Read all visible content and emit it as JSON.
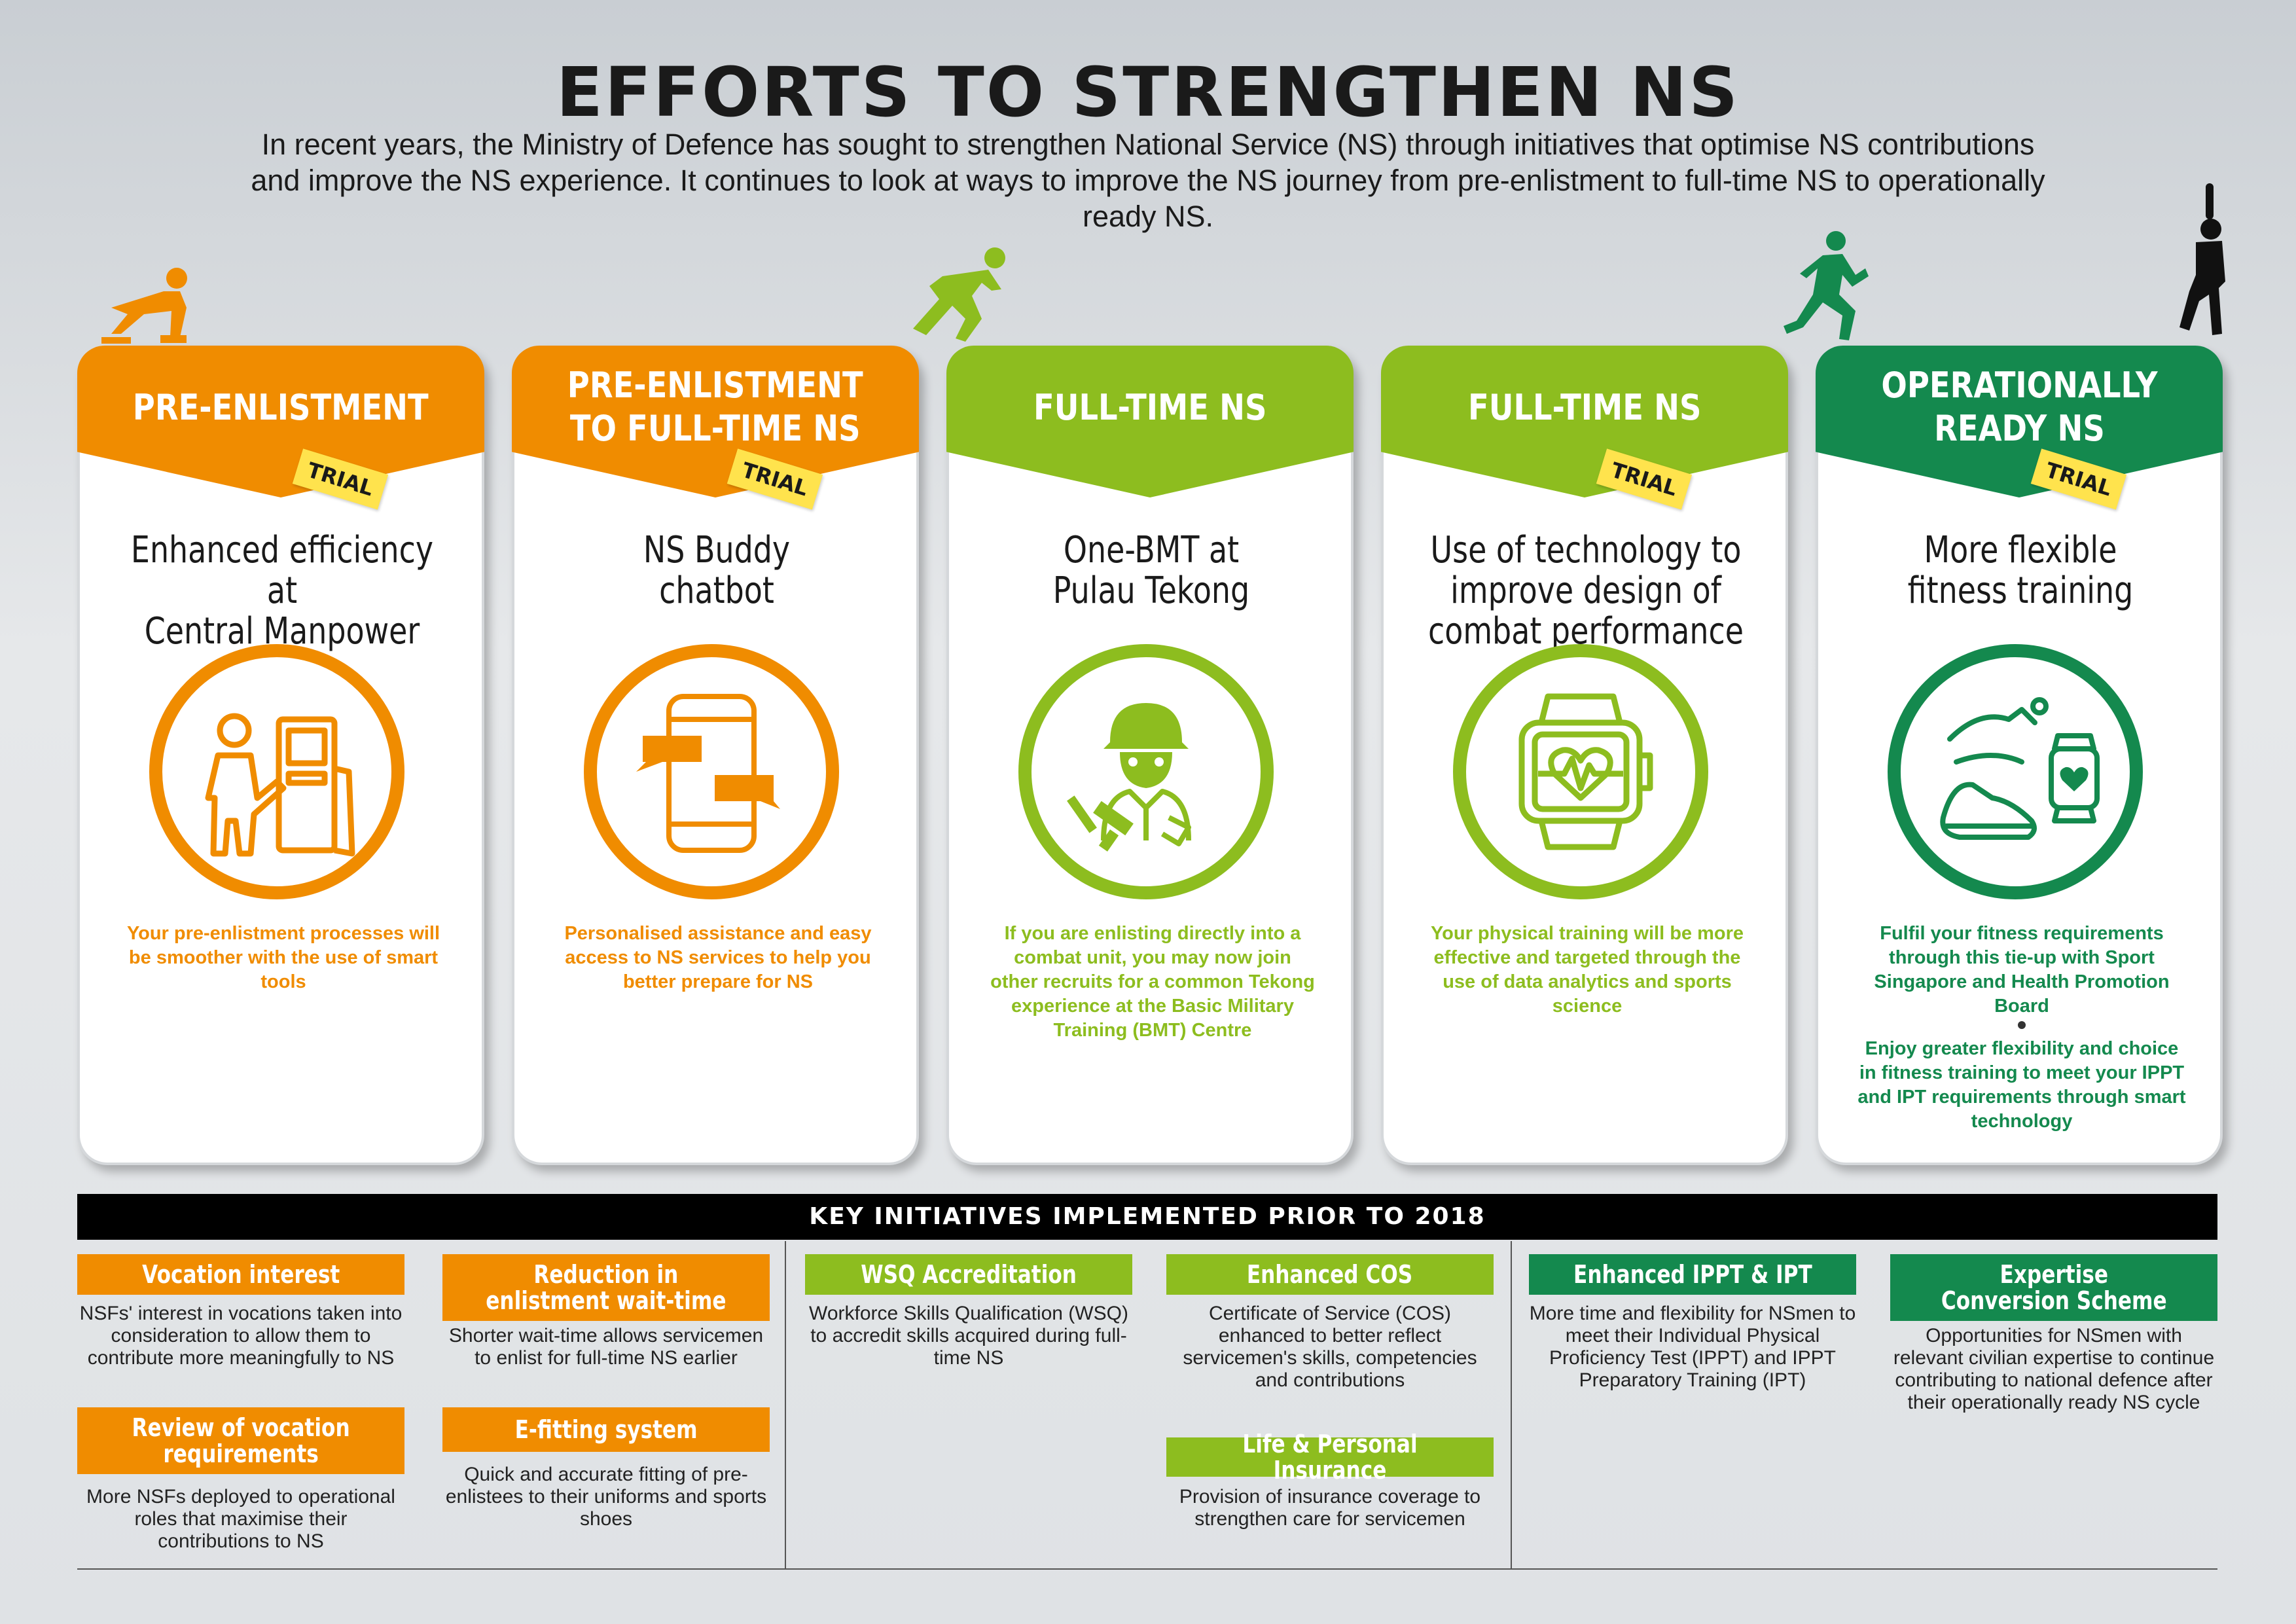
{
  "header": {
    "title": "EFFORTS TO STRENGTHEN NS",
    "intro": "In recent years, the Ministry of Defence has sought to strengthen National Service (NS) through initiatives that optimise NS contributions and improve the NS experience. It continues to look at ways to improve the NS journey from pre-enlistment to full-time NS to operationally ready NS."
  },
  "colors": {
    "orange": "#f08c00",
    "lime": "#8dbd1f",
    "green": "#14894e",
    "trial_tag": "#ffe34d"
  },
  "cards": [
    {
      "stage": "PRE-ENLISTMENT",
      "tag": "TRIAL",
      "title": "Enhanced efficiency at\nCentral Manpower Base",
      "icon": "kiosk-user-icon",
      "description": "Your pre-enlistment processes will be smoother with the use of smart tools"
    },
    {
      "stage": "PRE-ENLISTMENT\nTO FULL-TIME NS",
      "tag": "TRIAL",
      "title": "NS Buddy\nchatbot",
      "icon": "phone-chat-icon",
      "description": "Personalised assistance and easy access to NS services to help you better prepare for NS"
    },
    {
      "stage": "FULL-TIME NS",
      "title": "One-BMT at\nPulau Tekong",
      "icon": "soldier-icon",
      "description": "If you are enlisting directly into a combat unit, you may now join other recruits for a common Tekong experience at the Basic Military Training (BMT) Centre"
    },
    {
      "stage": "FULL-TIME NS",
      "tag": "TRIAL",
      "title": "Use of technology to\nimprove design of\ncombat performance",
      "icon": "smartwatch-heartbeat-icon",
      "description": "Your physical training will be more effective and targeted through the use of data analytics and sports science"
    },
    {
      "stage": "OPERATIONALLY\nREADY NS",
      "tag": "TRIAL",
      "title": "More flexible\nfitness training",
      "icon": "fitness-icons",
      "description_1": "Fulfil your fitness requirements through this tie-up with Sport Singapore and Health Promotion Board",
      "description_2": "Enjoy greater flexibility and choice in fitness training to meet your IPPT and IPT requirements through smart technology"
    }
  ],
  "key_initiatives": {
    "heading": "KEY INITIATIVES IMPLEMENTED PRIOR TO 2018",
    "items": [
      {
        "label": "Vocation interest",
        "text": "NSFs' interest in vocations taken into consideration to allow them to contribute more meaningfully to NS"
      },
      {
        "label": "Review of vocation\nrequirements",
        "text": "More NSFs deployed to operational roles that maximise their contributions to NS"
      },
      {
        "label": "Reduction in\nenlistment wait-time",
        "text": "Shorter wait-time allows servicemen to enlist for full-time NS earlier"
      },
      {
        "label": "E-fitting system",
        "text": "Quick and accurate fitting of pre-enlistees to their uniforms and sports shoes"
      },
      {
        "label": "WSQ Accreditation",
        "text": "Workforce Skills Qualification (WSQ) to accredit skills acquired during full-time NS"
      },
      {
        "label": "Enhanced COS",
        "text": "Certificate of Service (COS) enhanced to better reflect servicemen's skills, competencies and contributions"
      },
      {
        "label": "Life & Personal Insurance",
        "text": "Provision of insurance coverage to strengthen care for servicemen"
      },
      {
        "label": "Enhanced IPPT & IPT",
        "text": "More time and flexibility for NSmen to meet their Individual Physical Proficiency Test (IPPT) and IPPT Preparatory Training (IPT)"
      },
      {
        "label": "Expertise\nConversion Scheme",
        "text": "Opportunities for NSmen with relevant civilian expertise to continue contributing to national defence after their operationally ready NS cycle"
      }
    ]
  }
}
